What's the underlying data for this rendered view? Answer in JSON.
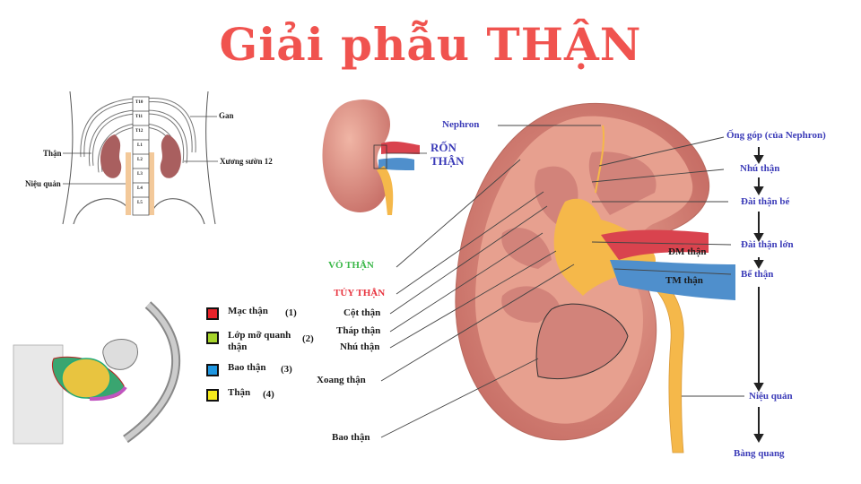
{
  "title": "Giải phẫu THẬN",
  "posterior_view": {
    "labels": {
      "liver": "Gan",
      "kidney": "Thận",
      "rib12": "Xương sườn 12",
      "ureter": "Niệu quản"
    },
    "vertebrae": [
      "T10",
      "T11",
      "T12",
      "L1",
      "L2",
      "L3",
      "L4",
      "L5"
    ]
  },
  "small_kidney": {
    "hilum_label_line1": "RỐN",
    "hilum_label_line2": "THẬN"
  },
  "cross_section_legend": [
    {
      "label": "Mạc thận",
      "num": "(1)",
      "color": "#e8232a"
    },
    {
      "label": "Lớp mỡ quanh thận",
      "label_line1": "Lớp mỡ quanh",
      "label_line2": "thận",
      "num": "(2)",
      "color": "#a6d42a"
    },
    {
      "label": "Bao thận",
      "num": "(3)",
      "color": "#1e96e0"
    },
    {
      "label": "Thận",
      "num": "(4)",
      "color": "#f4ea1c"
    }
  ],
  "main_kidney": {
    "left_labels": {
      "nephron": "Nephron",
      "cortex": "VỎ THẬN",
      "medulla": "TỦY THẬN",
      "column": "Cột thận",
      "pyramid": "Tháp thận",
      "papilla": "Nhú thận",
      "sinus": "Xoang thận",
      "capsule": "Bao thận"
    },
    "vessel_labels": {
      "artery": "ĐM thận",
      "vein": "TM thận"
    },
    "flow": [
      "Ống góp (của Nephron)",
      "Nhú thận",
      "Đài thận bé",
      "Đài thận lớn",
      "Bể thận",
      "Niệu quản",
      "Bàng quang"
    ]
  },
  "colors": {
    "title": "#f0534f",
    "flow_text": "#3b3bb8",
    "cortex_label": "#3cb84a",
    "medulla_label": "#e8343f",
    "kidney_tissue": "#d98a7a",
    "pelvis": "#f5b84a",
    "artery": "#d9434e",
    "vein": "#4f8fcc"
  }
}
